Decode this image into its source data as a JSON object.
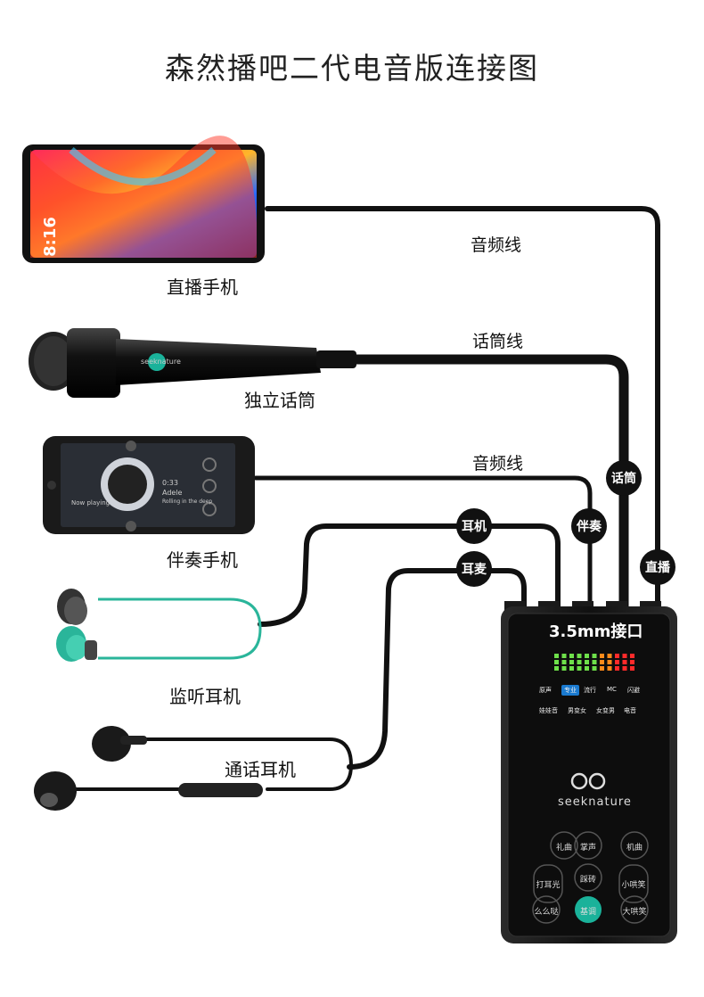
{
  "title": "森然播吧二代电音版连接图",
  "devices": {
    "live_phone": "直播手机",
    "mic": "独立话筒",
    "accomp_phone": "伴奏手机",
    "monitor_earphone": "监听耳机",
    "call_earphone": "通话耳机"
  },
  "cables": {
    "audio_top": "音频线",
    "mic_line": "话筒线",
    "audio_mid": "音频线"
  },
  "badges": {
    "earphone": "耳机",
    "earmic": "耳麦",
    "accomp": "伴奏",
    "mic": "话筒",
    "live": "直播"
  },
  "soundcard": {
    "port_title": "3.5mm接口",
    "modes": [
      "原声",
      "专业",
      "流行",
      "MC",
      "闪避"
    ],
    "effects": [
      "娃娃音",
      "男变女",
      "女变男",
      "电音"
    ],
    "brand": "seeknature",
    "buttons": {
      "b1": "礼曲",
      "b2": "掌声",
      "b3": "机曲",
      "b4": "打耳光",
      "b5": "踩砖",
      "b6": "小哄笑",
      "b7": "么么哒",
      "b8": "基调",
      "b9": "大哄笑"
    }
  },
  "phone_screen": {
    "time": "8:16"
  },
  "mic_brand": "seeknature",
  "music_app": {
    "now_playing": "Now playing",
    "time": "0:33",
    "artist": "Adele",
    "song": "Rolling in the deep"
  },
  "colors": {
    "cable": "#111111",
    "earphone_cable": "#2ab59a",
    "led_green": "#6ee04a",
    "led_orange": "#ff8a1a",
    "led_red": "#ff2a2a",
    "accent_button": "#1ab29a"
  }
}
